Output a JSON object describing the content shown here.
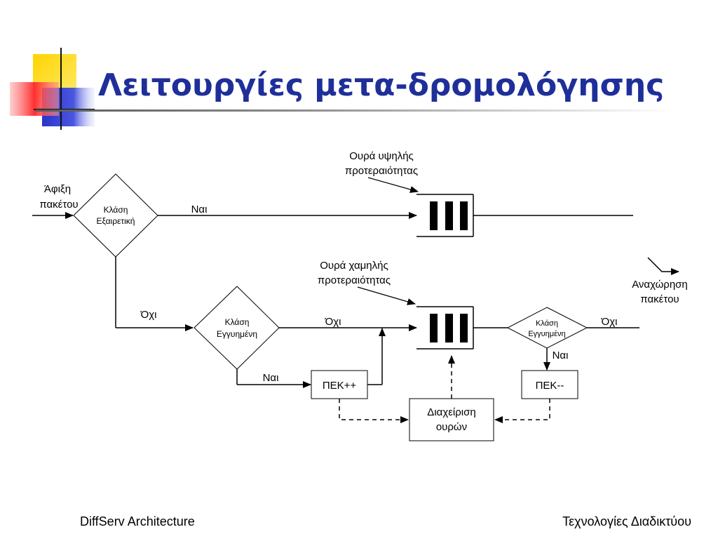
{
  "title": "Λειτουργίες μετα-δρομολόγησης",
  "footer": {
    "left": "DiffServ Architecture",
    "right": "Τεχνολογίες Διαδικτύου"
  },
  "colors": {
    "title": "#1f2f9a",
    "logo_yellow": "#ffd400",
    "logo_blue": "#2a35c8",
    "logo_red": "#ff3030"
  },
  "diagram": {
    "arrival": [
      "Άφιξη",
      "πακέτου"
    ],
    "departure": [
      "Αναχώρηση",
      "πακέτου"
    ],
    "decision_expedited": [
      "Κλάση",
      "Εξαιρετική"
    ],
    "decision_assured_1": [
      "Κλάση",
      "Εγγυημένη"
    ],
    "decision_assured_2": [
      "Κλάση",
      "Εγγυημένη"
    ],
    "high_queue_label": [
      "Ουρά υψηλής",
      "προτεραιότητας"
    ],
    "low_queue_label": [
      "Ουρά χαμηλής",
      "προτεραιότητας"
    ],
    "yes": "Ναι",
    "no": "Όχι",
    "counter_inc": "ΠΕΚ++",
    "counter_dec": "ΠΕΚ--",
    "queue_mgmt": [
      "Διαχείριση",
      "ουρών"
    ]
  }
}
